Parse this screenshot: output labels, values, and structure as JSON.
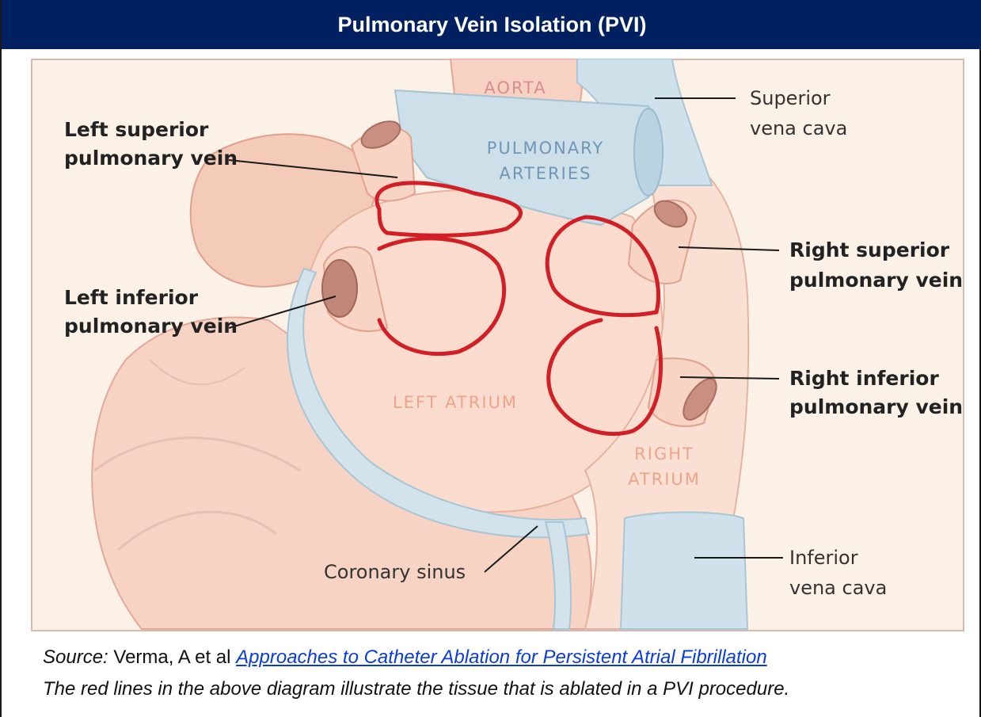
{
  "header": {
    "title": "Pulmonary Vein Isolation (PVI)"
  },
  "figure": {
    "labels": {
      "aorta": "AORTA",
      "pulmonary_arteries_1": "PULMONARY",
      "pulmonary_arteries_2": "ARTERIES",
      "superior_vena_cava_1": "Superior",
      "superior_vena_cava_2": "vena cava",
      "left_superior_1": "Left superior",
      "left_superior_2": "pulmonary vein",
      "left_inferior_1": "Left inferior",
      "left_inferior_2": "pulmonary vein",
      "right_superior_1": "Right superior",
      "right_superior_2": "pulmonary vein",
      "right_inferior_1": "Right inferior",
      "right_inferior_2": "pulmonary vein",
      "left_atrium": "LEFT ATRIUM",
      "right_atrium_1": "RIGHT",
      "right_atrium_2": "ATRIUM",
      "coronary_sinus": "Coronary sinus",
      "inferior_vena_cava_1": "Inferior",
      "inferior_vena_cava_2": "vena cava"
    },
    "colors": {
      "background": "#fbf1e6",
      "tissue": "#f8d6c6",
      "vein_blue": "#c9dde8",
      "ablation_red": "#d21f26",
      "aorta_text": "#d98d8d",
      "artery_text": "#7096b5",
      "atrium_text": "#eea38c"
    }
  },
  "caption": {
    "source_label": "Source:",
    "source_authors": " Verma, A et al ",
    "source_link": "Approaches to Catheter Ablation for Persistent Atrial Fibrillation",
    "note": "The red lines in the above diagram illustrate the tissue that is ablated in a PVI procedure."
  }
}
